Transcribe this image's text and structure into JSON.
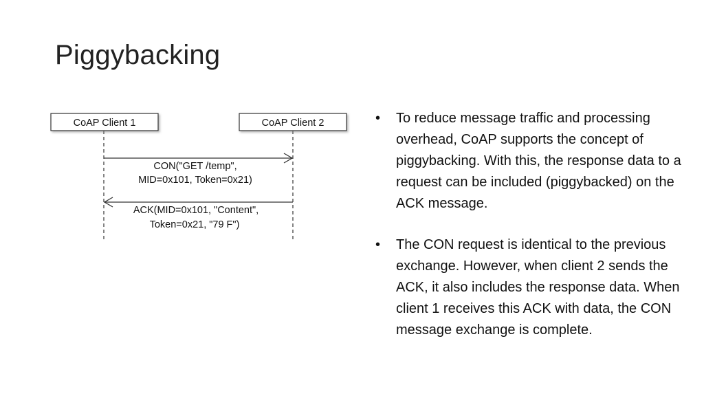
{
  "slide": {
    "title": "Piggybacking"
  },
  "diagram": {
    "client1_label": "CoAP Client 1",
    "client2_label": "CoAP Client 2",
    "request_line1": "CON(\"GET /temp\",",
    "request_line2": "MID=0x101, Token=0x21)",
    "response_line1": "ACK(MID=0x101, \"Content\",",
    "response_line2": "Token=0x21, \"79 F\")"
  },
  "bullets": {
    "marker": "•",
    "items": [
      {
        "text": "To reduce message traffic and processing overhead, CoAP supports the concept of piggybacking. With this, the response data to a request can be included (piggybacked) on the ACK message."
      },
      {
        "text": "The CON request is identical to the previous exchange. However, when client 2 sends the ACK, it also includes the response data. When client 1 receives this ACK with data, the CON message exchange is complete."
      }
    ]
  }
}
